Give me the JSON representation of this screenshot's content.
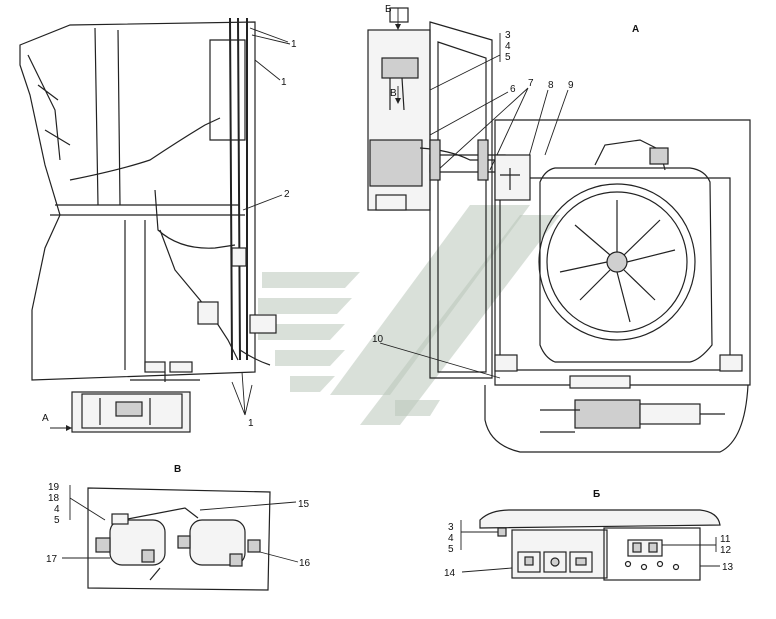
{
  "views": {
    "a_label": "А",
    "b_label": "Б",
    "v_label": "В",
    "arrow_a": "А",
    "arrow_b": "Б",
    "arrow_v": "В"
  },
  "callouts": {
    "c1": "1",
    "c2": "2",
    "c3": "3",
    "c4": "4",
    "c5": "5",
    "c6": "6",
    "c7": "7",
    "c8": "8",
    "c9": "9",
    "c10": "10",
    "c11": "11",
    "c12": "12",
    "c13": "13",
    "c14": "14",
    "c15": "15",
    "c16": "16",
    "c17": "17",
    "c18": "18",
    "c19": "19"
  }
}
